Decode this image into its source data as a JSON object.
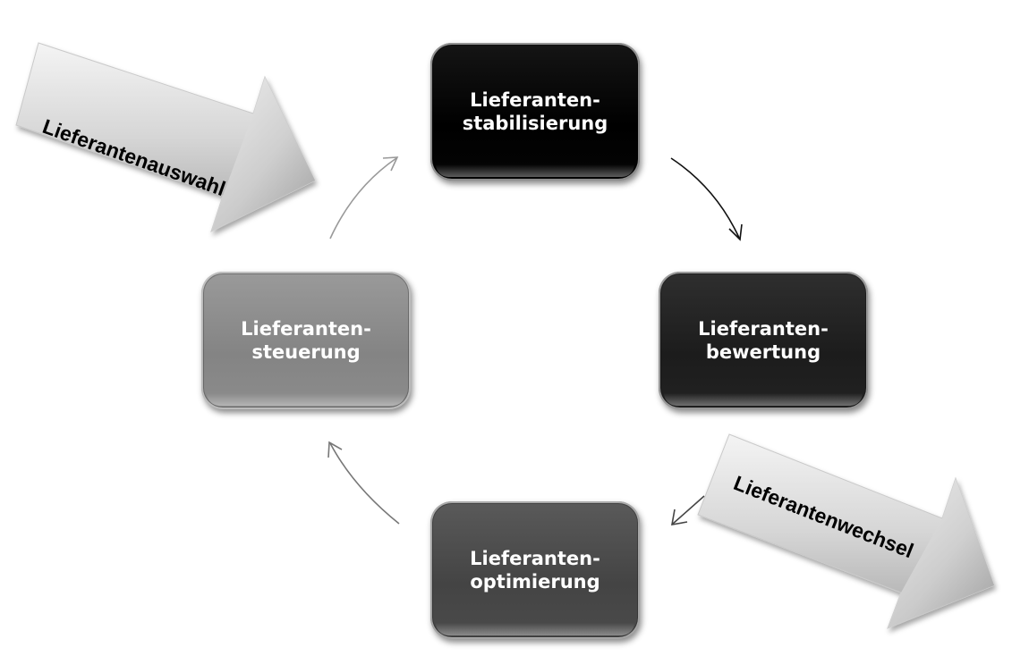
{
  "steps": {
    "stabilisierung": {
      "line1": "Lieferanten-",
      "line2": "stabilisierung"
    },
    "bewertung": {
      "line1": "Lieferanten-",
      "line2": "bewertung"
    },
    "optimierung": {
      "line1": "Lieferanten-",
      "line2": "optimierung"
    },
    "steuerung": {
      "line1": "Lieferanten-",
      "line2": "steuerung"
    }
  },
  "entry_arrow": {
    "label": "Lieferantenauswahl"
  },
  "exit_arrow": {
    "label": "Lieferantenwechsel"
  }
}
